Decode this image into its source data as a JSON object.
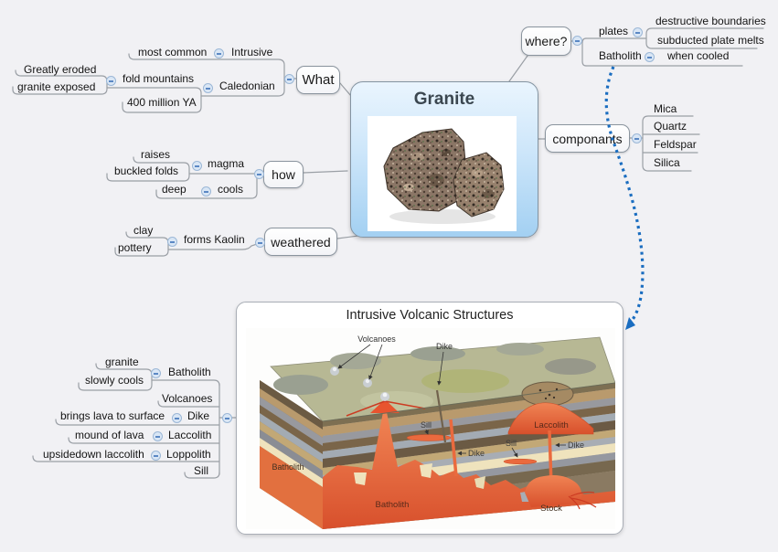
{
  "central": {
    "title": "Granite"
  },
  "nodes": {
    "what": "What",
    "how": "how",
    "weathered": "weathered",
    "where": "where?",
    "componants": "componants"
  },
  "branches": {
    "what": {
      "most_common": "most common",
      "intrusive": "Intrusive",
      "greatly_eroded": "Greatly eroded",
      "granite_exposed": "granite exposed",
      "fold_mountains": "fold mountains",
      "caledonian": "Caledonian",
      "million_ya": "400 million YA"
    },
    "how": {
      "raises": "raises",
      "buckled_folds": "buckled folds",
      "magma": "magma",
      "deep": "deep",
      "cools": "cools"
    },
    "weathered": {
      "clay": "clay",
      "pottery": "pottery",
      "forms_kaolin": "forms Kaolin"
    },
    "where": {
      "plates": "plates",
      "destructive_boundaries": "destructive boundaries",
      "subducted_plate_melts": "subducted plate melts",
      "batholith": "Batholith",
      "when_cooled": "when cooled"
    },
    "componants": {
      "mica": "Mica",
      "quartz": "Quartz",
      "feldspar": "Feldspar",
      "silica": "Silica"
    },
    "structures": {
      "granite": "granite",
      "slowly_cools": "slowly cools",
      "batholith": "Batholith",
      "volcanoes": "Volcanoes",
      "brings_lava": "brings lava to surface",
      "dike": "Dike",
      "mound_of_lava": "mound of lava",
      "laccolith": "Laccolith",
      "upsidedown_laccolith": "upsidedown laccolith",
      "loppolith": "Loppolith",
      "sill": "Sill"
    }
  },
  "image_node": {
    "title": "Intrusive Volcanic Structures",
    "labels": {
      "volcanoes": "Volcanoes",
      "dike_top": "Dike",
      "sill_1": "Sill",
      "dike_2": "Dike",
      "sill_2": "Sill",
      "laccolith": "Laccolith",
      "dike_3": "Dike",
      "batholith_left": "Batholith",
      "batholith_center": "Batholith",
      "stock": "Stock"
    }
  },
  "colors": {
    "cross_link_blue": "#1a6dc0",
    "connector_gray": "#9a9fa5",
    "collapse_icon_fill": "#d9e6f5",
    "collapse_icon_border": "#9bb7d6",
    "central_node_blue": "#a3d0f2",
    "magma_orange": "#ea6a3e"
  }
}
